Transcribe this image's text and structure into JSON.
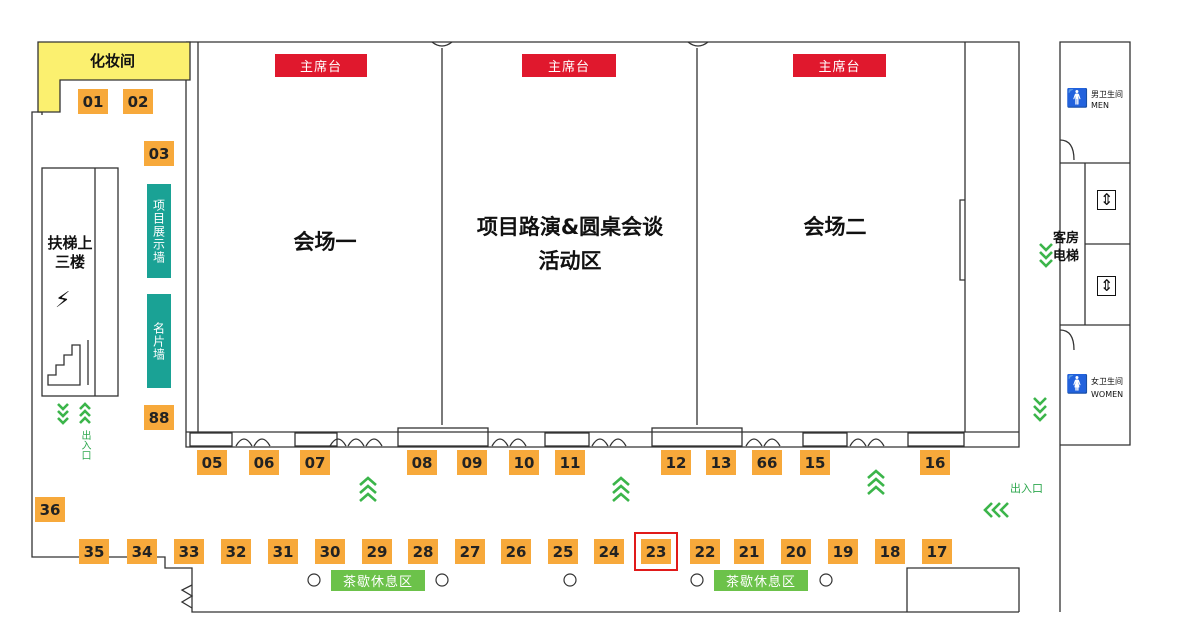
{
  "stages": {
    "hall1": "主席台",
    "hall_mid": "主席台",
    "hall2": "主席台"
  },
  "halls": {
    "hall1": "会场一",
    "mid_line1": "项目路演&圆桌会谈",
    "mid_line2": "活动区",
    "hall2": "会场二"
  },
  "rooms": {
    "makeup": "化妆间",
    "escalator_line1": "扶梯上",
    "escalator_line2": "三楼",
    "elevator_line1": "客房",
    "elevator_line2": "电梯"
  },
  "walls": {
    "project_wall": "项目展示墙",
    "card_wall": "名片墙"
  },
  "tea_break": {
    "left": "茶歇休息区",
    "right": "茶歇休息区"
  },
  "exits": {
    "left": "出入口",
    "right": "出入口"
  },
  "restrooms": {
    "men_cn": "男卫生间",
    "men_en": "MEN",
    "women_cn": "女卫生间",
    "women_en": "WOMEN"
  },
  "booths": {
    "left_column": [
      "01",
      "02",
      "03",
      "88",
      "36"
    ],
    "upper_row": [
      "05",
      "06",
      "07",
      "08",
      "09",
      "10",
      "11",
      "12",
      "13",
      "66",
      "15",
      "16"
    ],
    "lower_row": [
      "35",
      "34",
      "33",
      "32",
      "31",
      "30",
      "29",
      "28",
      "27",
      "26",
      "25",
      "24",
      "23",
      "22",
      "21",
      "20",
      "19",
      "18",
      "17"
    ],
    "selected": "23"
  },
  "colors": {
    "booth": "#f7a93b",
    "stage": "#e0182d",
    "wall": "#1aa295",
    "tea": "#6cc24a",
    "makeup": "#fbf06f",
    "arrow": "#3bb54a",
    "highlight": "#e01a1a"
  }
}
